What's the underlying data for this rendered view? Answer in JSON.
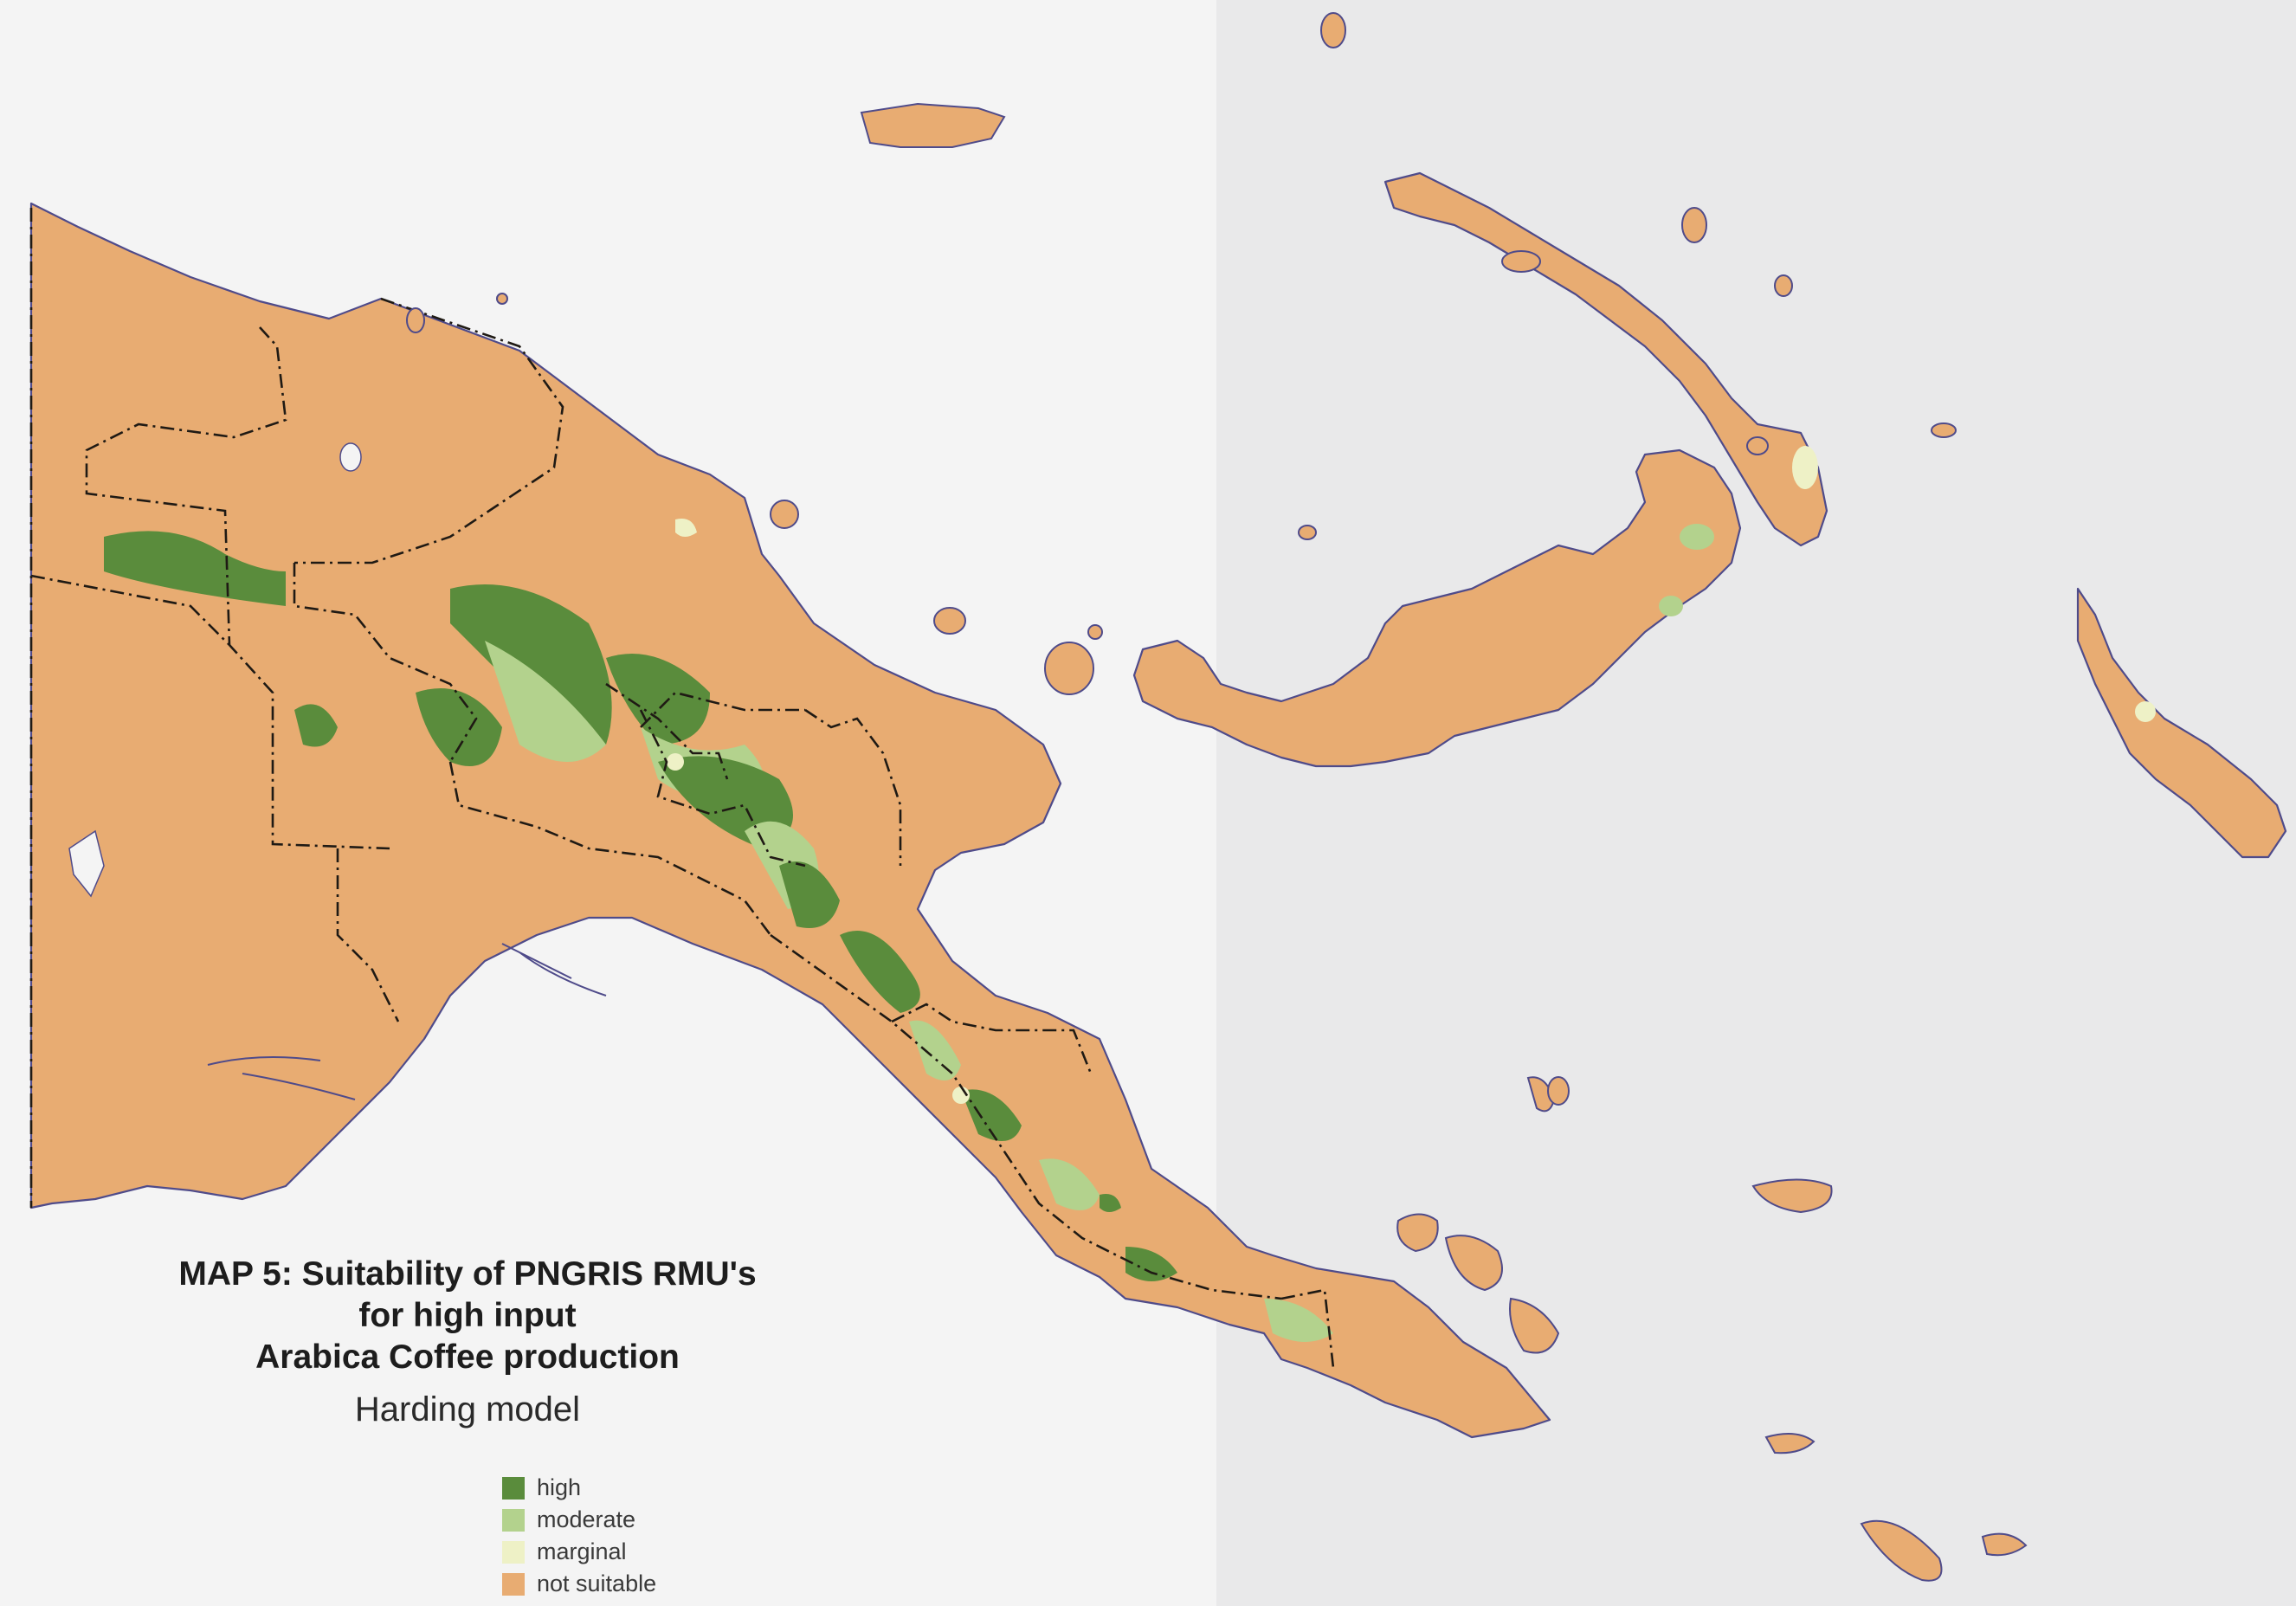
{
  "map": {
    "title_lines": [
      "MAP 5: Suitability of PNGRIS RMU's",
      "for high input",
      "Arabica Coffee production"
    ],
    "subtitle": "Harding model",
    "legend": [
      {
        "label": "high",
        "color": "#5a8c3c"
      },
      {
        "label": "moderate",
        "color": "#b3d28d"
      },
      {
        "label": "marginal",
        "color": "#eef1c6"
      },
      {
        "label": "not suitable",
        "color": "#e8ac72"
      }
    ]
  }
}
